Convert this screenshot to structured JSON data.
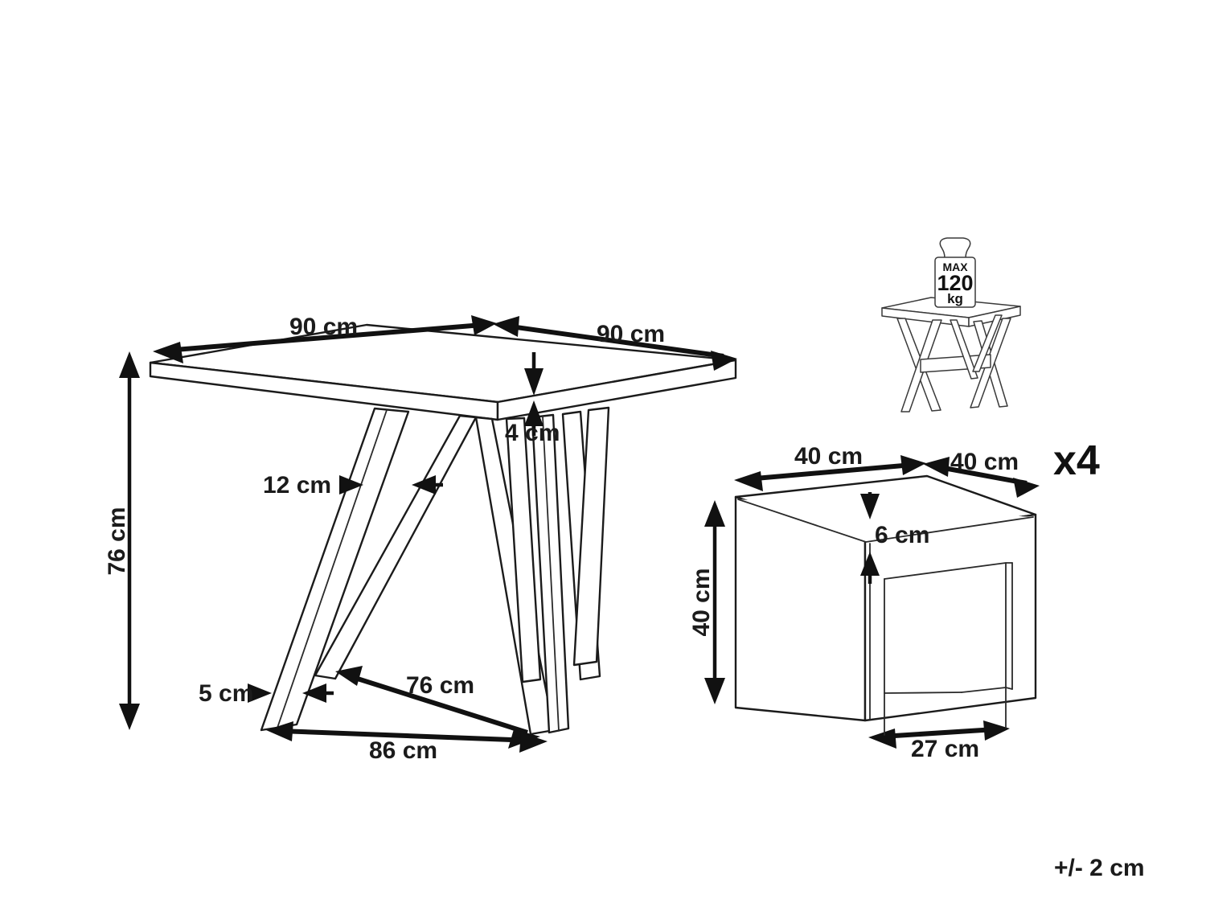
{
  "document": {
    "type": "furniture-dimension-diagram",
    "background_color": "#ffffff",
    "line_color": "#1b1b1b",
    "text_color": "#111111"
  },
  "table_diagram": {
    "name": "dining-table",
    "dimensions": {
      "width_label": "90 cm",
      "depth_label": "90 cm",
      "top_thickness_label": "4 cm",
      "height_label": "76 cm",
      "leg_width_top_label": "12 cm",
      "leg_thickness_label": "5 cm",
      "base_inner_span_label": "76 cm",
      "base_outer_span_label": "86 cm"
    }
  },
  "stool_diagram": {
    "name": "stool",
    "quantity_label": "x4",
    "dimensions": {
      "width_label": "40 cm",
      "depth_label": "40 cm",
      "height_label": "40 cm",
      "top_thickness_label": "6 cm",
      "opening_width_label": "27 cm"
    }
  },
  "load_icon": {
    "name": "max-load-indicator",
    "max_label": "MAX",
    "value_label": "120",
    "unit_label": "kg"
  },
  "tolerance": {
    "label": "+/- 2 cm"
  }
}
